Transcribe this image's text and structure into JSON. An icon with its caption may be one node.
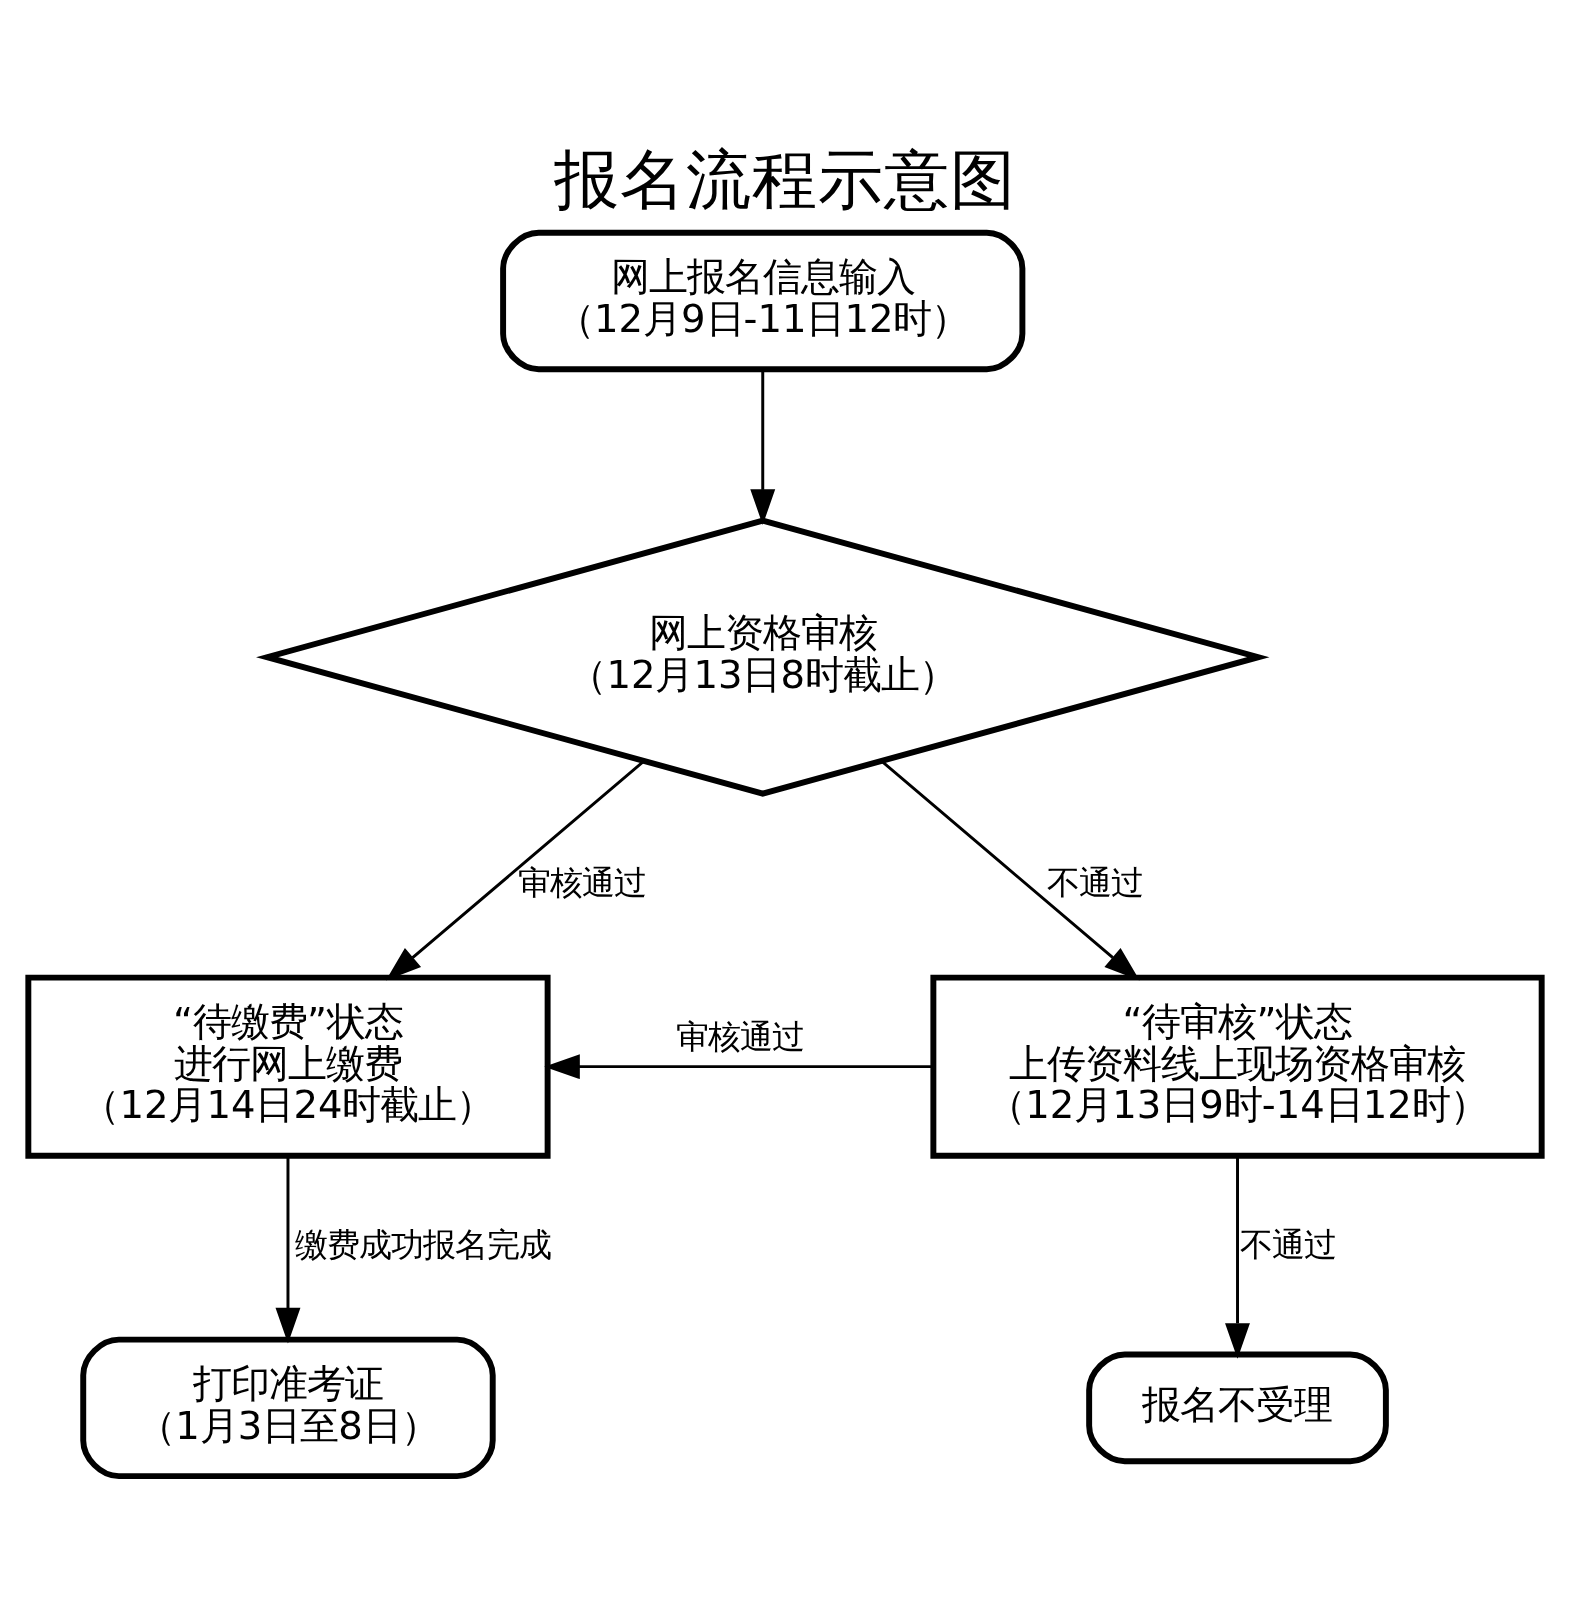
{
  "diagram": {
    "title": "报名流程示意图",
    "nodes": [
      {
        "text": [
          "网上报名信息输入",
          "（12月9日-11日12时）"
        ]
      },
      {
        "text": [
          "网上资格审核",
          "（12月13日8时截止）"
        ]
      },
      {
        "text": [
          "“待缴费”状态",
          "进行网上缴费",
          "（12月14日24时截止）"
        ]
      },
      {
        "text": [
          "“待审核”状态",
          "上传资料线上现场资格审核",
          "（12月13日9时-14日12时）"
        ]
      },
      {
        "text": [
          "打印准考证",
          "（1月3日至8日）"
        ]
      },
      {
        "text": [
          "报名不受理"
        ]
      }
    ],
    "edges": [
      {
        "from": 0,
        "to": 1,
        "arrow": "to"
      },
      {
        "from": 1,
        "to": 2,
        "arrow": "to",
        "label": "审核通过"
      },
      {
        "from": 1,
        "to": 3,
        "arrow": "to",
        "label": "不通过"
      },
      {
        "from": 3,
        "to": 2,
        "arrow": "to",
        "label": "审核通过"
      },
      {
        "from": 2,
        "to": 4,
        "arrow": "to",
        "label": "缴费成功报名完成"
      },
      {
        "from": 3,
        "to": 5,
        "arrow": "to",
        "label": "不通过"
      }
    ]
  }
}
